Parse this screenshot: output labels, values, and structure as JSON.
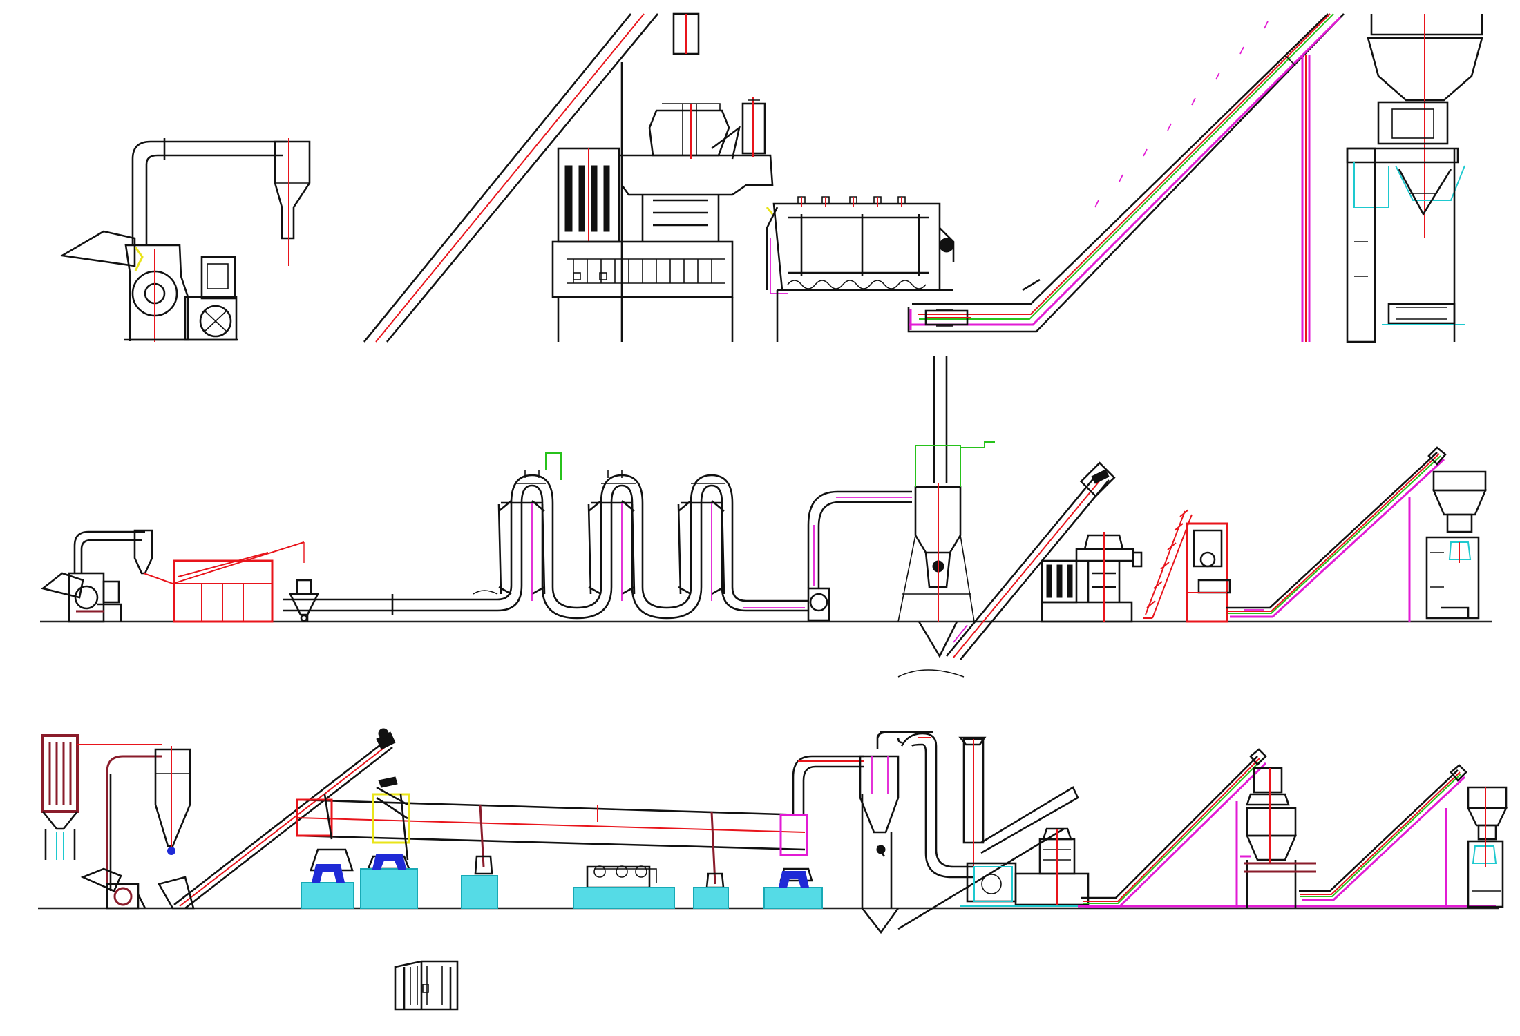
{
  "diagram": {
    "type": "process-flow-line-drawing",
    "rows": [
      {
        "id": "detail-view",
        "components": [
          "hammer-mill",
          "cyclone",
          "inclined-conveyor",
          "pellet-mill",
          "cooler",
          "screening-machine",
          "bucket-elevator",
          "packing-machine"
        ]
      },
      {
        "id": "flash-dryer-line",
        "components": [
          "crusher",
          "cyclone",
          "sawdust-bin",
          "screw-feeder",
          "airflow-dryer",
          "fan",
          "silo",
          "inclined-conveyor",
          "pellet-mill",
          "cooler",
          "bucket-elevator",
          "packing-machine"
        ]
      },
      {
        "id": "rotary-dryer-line",
        "components": [
          "dust-collector",
          "cyclone",
          "crusher",
          "inclined-conveyor",
          "rotary-dryer",
          "cyclone",
          "silo",
          "pellet-mill",
          "bucket-elevator",
          "cooler",
          "bucket-elevator",
          "packing-machine",
          "furnace"
        ]
      }
    ],
    "colors": {
      "line": "#111111",
      "centerline": "#e8141b",
      "frame": "#e21bd4",
      "conveyor-belt": "#27c21b",
      "foundation": "#55dbe6",
      "support": "#1f2ad6",
      "highlight": "#e9e41a"
    }
  }
}
